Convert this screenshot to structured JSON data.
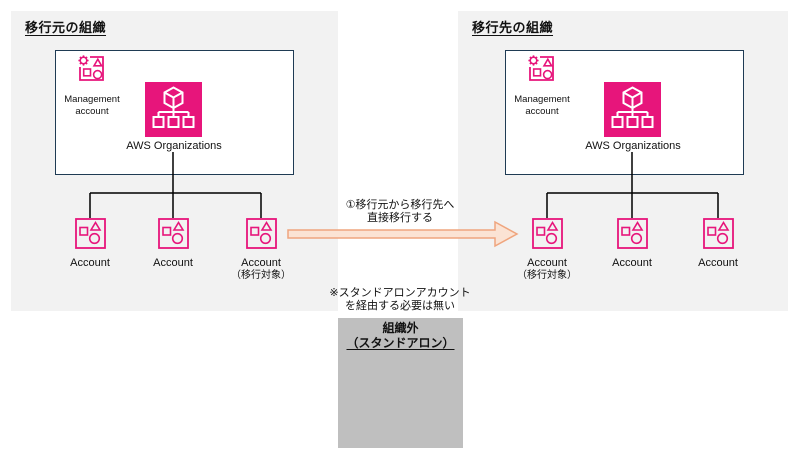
{
  "source_org": {
    "title": "移行元の組織",
    "management_account_label": "Management account",
    "organizations_label": "AWS Organizations",
    "accounts": [
      {
        "label": "Account",
        "sublabel": ""
      },
      {
        "label": "Account",
        "sublabel": ""
      },
      {
        "label": "Account",
        "sublabel": "（移行対象）"
      }
    ]
  },
  "target_org": {
    "title": "移行先の組織",
    "management_account_label": "Management account",
    "organizations_label": "AWS Organizations",
    "accounts": [
      {
        "label": "Account",
        "sublabel": "（移行対象）"
      },
      {
        "label": "Account",
        "sublabel": ""
      },
      {
        "label": "Account",
        "sublabel": ""
      }
    ]
  },
  "migration_arrow": {
    "caption_line1": "①移行元から移行先へ",
    "caption_line2": "直接移行する"
  },
  "note": {
    "line1": "※スタンドアロンアカウント",
    "line2": "を経由する必要は無い"
  },
  "standalone_box": {
    "line1": "組織外",
    "line2": "（スタンドアロン）"
  },
  "colors": {
    "panel_bg": "#F2F2F2",
    "standalone_bg": "#BFBFBF",
    "aws_pink": "#E7157B",
    "box_border": "#1F3B54",
    "arrow_fill": "#FBE3D4",
    "arrow_stroke": "#EFA57E"
  }
}
